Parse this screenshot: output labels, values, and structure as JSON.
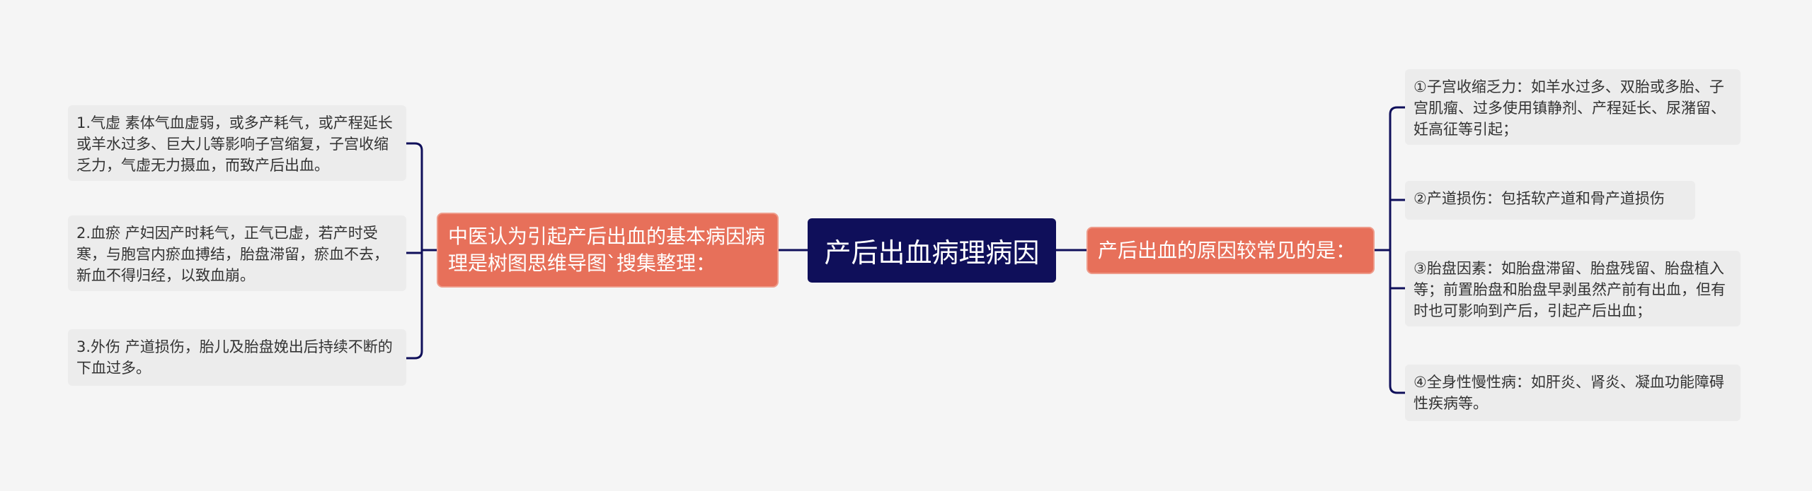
{
  "colors": {
    "background": "#f5f5f5",
    "root": "#0f0f5a",
    "branch": "#e7705a",
    "leaf": "#ececec",
    "connector": "#0f0f5a"
  },
  "root": {
    "label": "产后出血病理病因"
  },
  "left_branch": {
    "label": "中医认为引起产后出血的基本病因病理是树图思维导图`搜集整理：",
    "items": [
      "1.气虚 素体气血虚弱，或多产耗气，或产程延长或羊水过多、巨大儿等影响子宫缩复，子宫收缩乏力，气虚无力摄血，而致产后出血。",
      "2.血瘀 产妇因产时耗气，正气已虚，若产时受寒，与胞宫内瘀血搏结，胎盘滞留，瘀血不去，新血不得归经，以致血崩。",
      "3.外伤 产道损伤，胎儿及胎盘娩出后持续不断的下血过多。"
    ]
  },
  "right_branch": {
    "label": "产后出血的原因较常见的是：",
    "items": [
      "①子宫收缩乏力：如羊水过多、双胎或多胎、子宫肌瘤、过多使用镇静剂、产程延长、尿潴留、妊高征等引起；",
      "②产道损伤：包括软产道和骨产道损伤",
      "③胎盘因素：如胎盘滞留、胎盘残留、胎盘植入等；前置胎盘和胎盘早剥虽然产前有出血，但有时也可影响到产后，引起产后出血；",
      "④全身性慢性病：如肝炎、肾炎、凝血功能障碍性疾病等。"
    ]
  }
}
